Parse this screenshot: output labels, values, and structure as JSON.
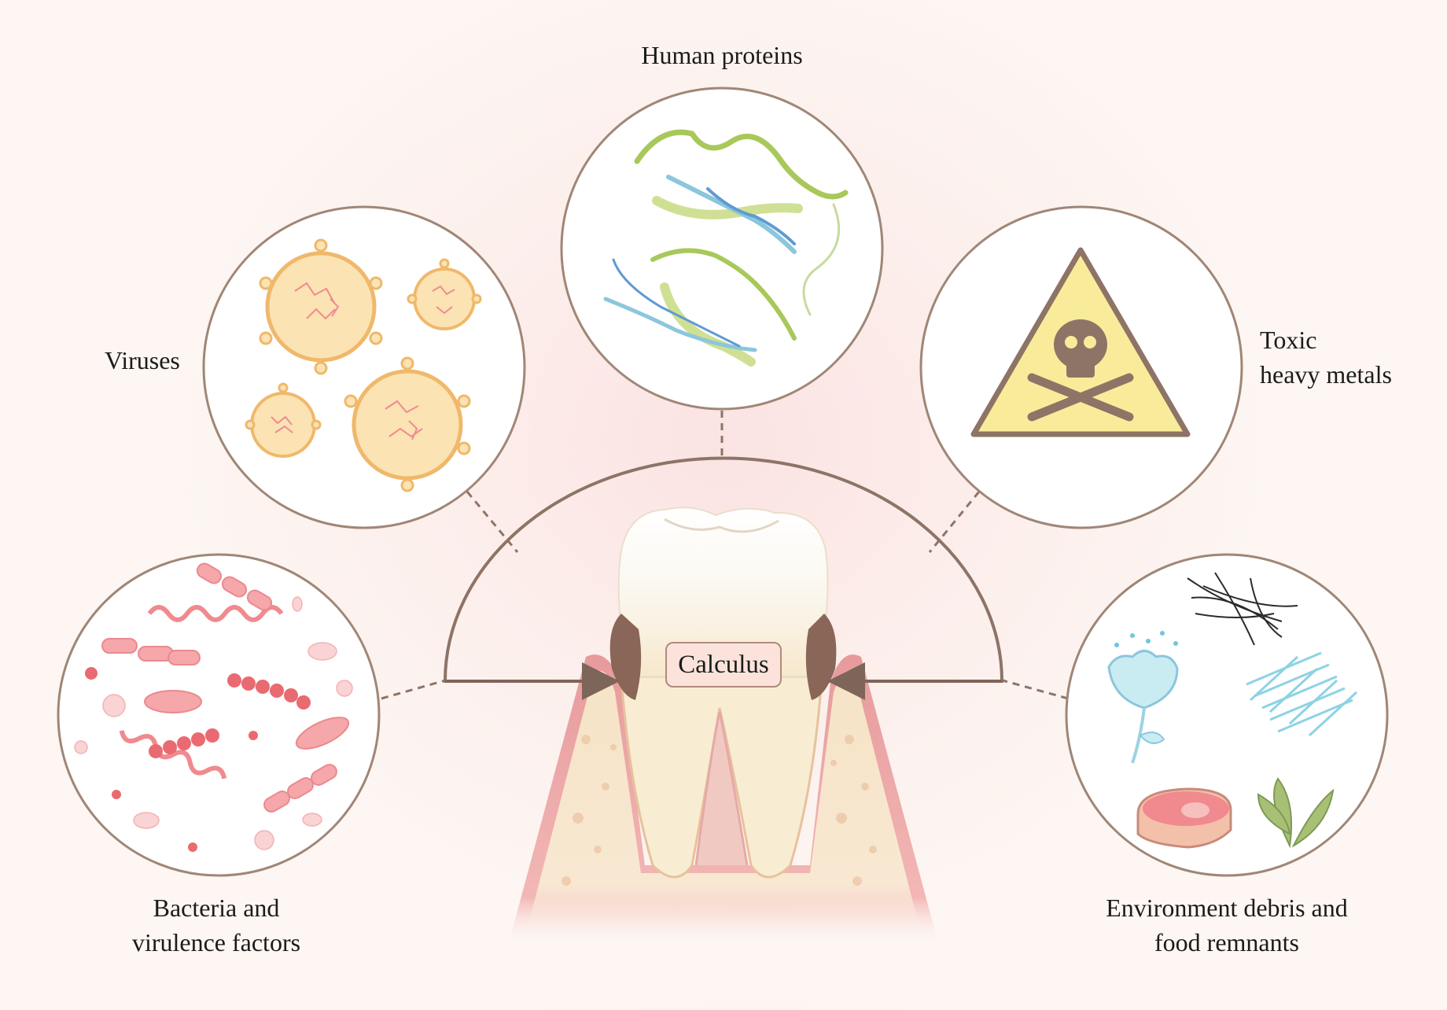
{
  "diagram": {
    "center_label": "Calculus",
    "components": [
      {
        "id": "human-proteins",
        "label": "Human proteins",
        "icon": "protein-ribbon-icon"
      },
      {
        "id": "viruses",
        "label": "Viruses",
        "icon": "virus-icon"
      },
      {
        "id": "toxic-metals",
        "label": "Toxic\nheavy metals",
        "icon": "toxic-warning-icon"
      },
      {
        "id": "bacteria",
        "label": "Bacteria and\nvirulence factors",
        "icon": "bacteria-icon"
      },
      {
        "id": "environment",
        "label": "Environment debris and\nfood remnants",
        "icon": "debris-food-icon"
      }
    ],
    "colors": {
      "circle_stroke": "#a08676",
      "connector": "#8d7466",
      "calculus_deposit": "#8a6658",
      "gum": "#e8a0a0",
      "bone": "#f6e4c8",
      "tooth": "#fdfaf2",
      "virus": "#f7c77f",
      "bacteria": "#f08a8f",
      "protein_green": "#a8c85a",
      "protein_blue": "#8cc6dc",
      "warning_yellow": "#f8ec9a"
    }
  }
}
